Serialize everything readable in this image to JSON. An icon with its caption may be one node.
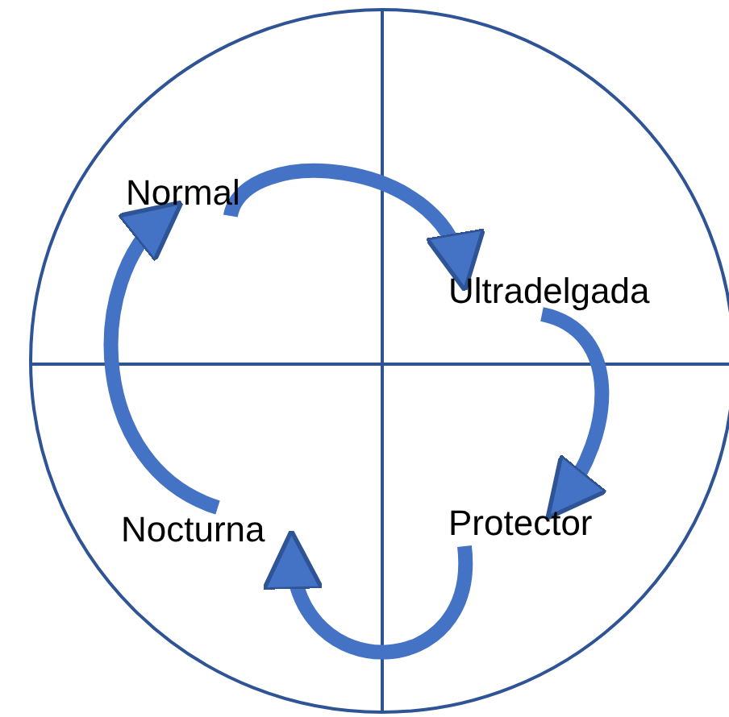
{
  "diagram": {
    "nodes": [
      {
        "text": [
          "Normal"
        ]
      },
      {
        "text": [
          "Ultradelgada"
        ]
      },
      {
        "text": [
          "Protector"
        ]
      },
      {
        "text": [
          "Nocturna"
        ]
      }
    ],
    "edges": [
      {
        "from": 0,
        "to": 1,
        "arrow": "to"
      },
      {
        "from": 1,
        "to": 2,
        "arrow": "to"
      },
      {
        "from": 2,
        "to": 3,
        "arrow": "to"
      },
      {
        "from": 3,
        "to": 0,
        "arrow": "to"
      }
    ]
  }
}
